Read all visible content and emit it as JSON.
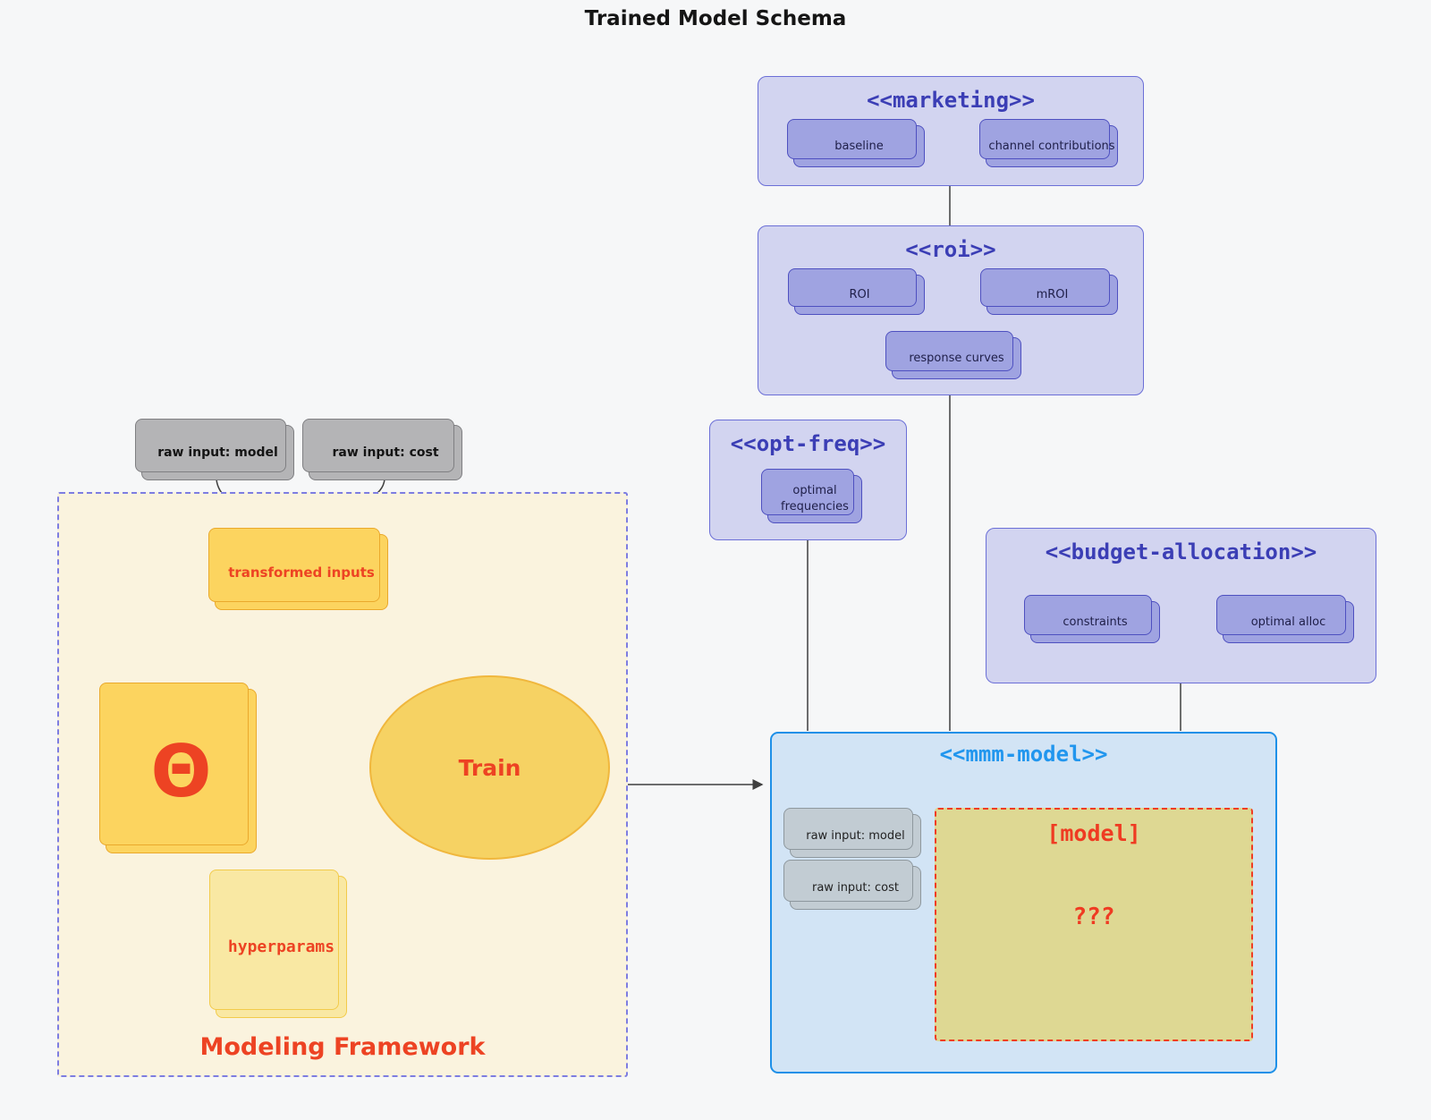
{
  "title": "Trained Model Schema",
  "groups": {
    "marketing": {
      "label": "<<marketing>>"
    },
    "roi": {
      "label": "<<roi>>"
    },
    "opt_freq": {
      "label": "<<opt-freq>>"
    },
    "budget_allocation": {
      "label": "<<budget-allocation>>"
    },
    "mmm_model": {
      "label": "<<mmm-model>>"
    },
    "modeling_framework": {
      "label": "Modeling Framework"
    }
  },
  "nodes": {
    "baseline": {
      "label": "baseline"
    },
    "channel_contributions": {
      "label": "channel contributions"
    },
    "roi": {
      "label": "ROI"
    },
    "mroi": {
      "label": "mROI"
    },
    "response_curves": {
      "label": "response curves"
    },
    "optimal_frequencies": {
      "label": "optimal frequencies"
    },
    "constraints": {
      "label": "constraints"
    },
    "optimal_alloc": {
      "label": "optimal alloc"
    },
    "raw_input_model": {
      "label": "raw input: model"
    },
    "raw_input_cost": {
      "label": "raw input: cost"
    },
    "mmm_raw_input_model": {
      "label": "raw input: model"
    },
    "mmm_raw_input_cost": {
      "label": "raw input: cost"
    },
    "model_placeholder": {
      "label": "[model]",
      "value": "???"
    },
    "transformed_inputs": {
      "label": "transformed inputs"
    },
    "theta": {
      "label": "Θ"
    },
    "train": {
      "label": "Train"
    },
    "hyperparams": {
      "label": "hyperparams"
    }
  },
  "colors": {
    "red_accent": "#ed4323",
    "indigo_title": "#3b3eb5",
    "blue_title": "#2196ee",
    "purple_group_fill": "#d2d4f0",
    "purple_node_fill": "#9fa3e1",
    "blue_group_fill": "#d2e4f5",
    "blue_group_border": "#1e90e8",
    "gold_node_fill": "#fcd45f",
    "pale_yellow_fill": "#f9e8a3",
    "cream_group_fill": "#faf3de",
    "gray_node_fill": "#b4b4b6",
    "bluegray_node_fill": "#c2ccd3",
    "tan_model_fill": "#ded893"
  }
}
